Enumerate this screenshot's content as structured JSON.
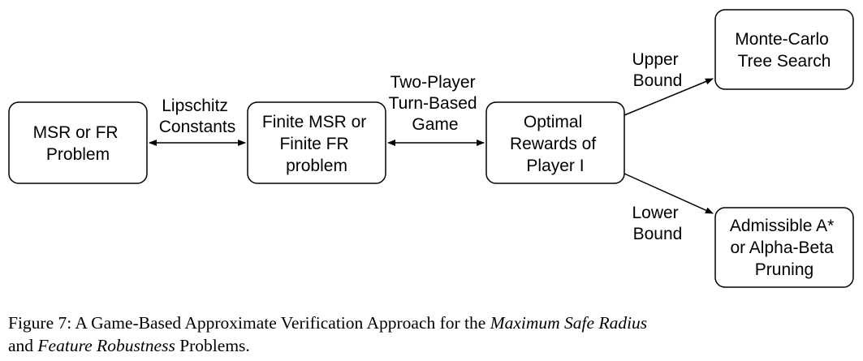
{
  "nodes": {
    "msr_fr_problem": [
      "MSR or FR",
      "Problem"
    ],
    "finite_problem": [
      "Finite MSR or",
      "Finite FR",
      "problem"
    ],
    "optimal_rewards": [
      "Optimal",
      "Rewards of",
      "Player I"
    ],
    "mcts": [
      "Monte-Carlo",
      "Tree Search"
    ],
    "admissible": [
      "Admissible A*",
      "or Alpha-Beta",
      "Pruning"
    ]
  },
  "edges": {
    "lipschitz": [
      "Lipschitz",
      "Constants"
    ],
    "two_player": [
      "Two-Player",
      "Turn-Based",
      "Game"
    ],
    "upper_bound": [
      "Upper",
      "Bound"
    ],
    "lower_bound": [
      "Lower",
      "Bound"
    ]
  },
  "caption": {
    "prefix": "Figure 7: A Game-Based Approximate Verification Approach for the ",
    "italic1": "Maximum Safe Radius",
    "middle": "and ",
    "italic2": "Feature Robustness",
    "suffix": " Problems."
  }
}
